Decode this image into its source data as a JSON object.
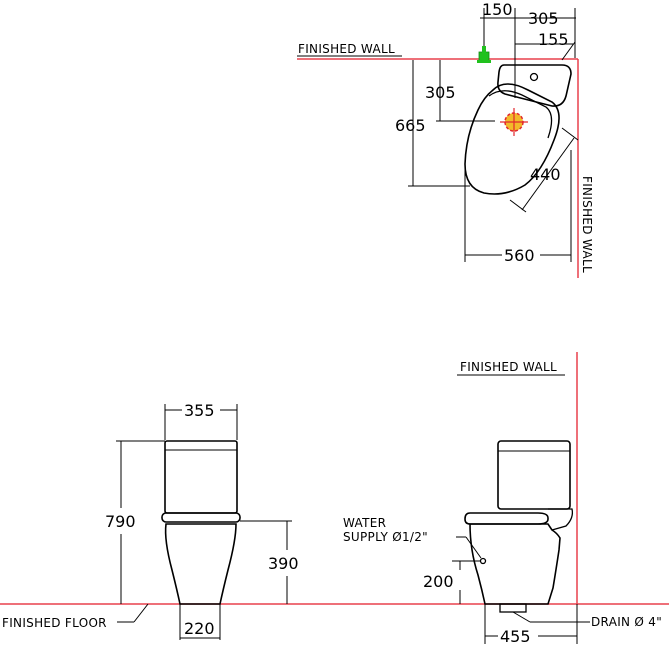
{
  "colors": {
    "wall_line": "#e8414d",
    "outline": "#000000",
    "center_mark": "#e3262d",
    "center_fill": "#f2b92a",
    "valve": "#21c11e"
  },
  "labels": {
    "finished_wall_top": "FINISHED WALL",
    "finished_wall_side": "FINISHED WALL",
    "finished_wall_elevation": "FINISHED WALL",
    "finished_floor": "FINISHED FLOOR",
    "water_supply_line1": "WATER",
    "water_supply_line2": "SUPPLY Ø1/2\"",
    "drain": "DRAIN Ø 4\""
  },
  "plan_view": {
    "dim_valve_offset": "150",
    "dim_wall_to_center": "305",
    "dim_corner": "155",
    "dim_center_depth": "305",
    "dim_total_depth": "665",
    "dim_diagonal": "440",
    "dim_width": "560"
  },
  "front_view": {
    "dim_tank_width": "355",
    "dim_total_height": "790",
    "dim_seat_height": "390",
    "dim_base_width": "220"
  },
  "side_view": {
    "dim_supply_height": "200",
    "dim_drain_offset": "455"
  }
}
